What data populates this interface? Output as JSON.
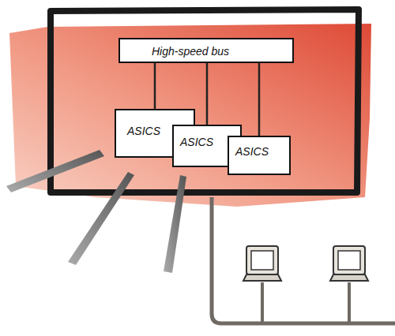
{
  "diagram": {
    "nodes": [
      {
        "text": [
          "High-speed bus"
        ]
      },
      {
        "text": [
          "ASICS"
        ]
      },
      {
        "text": [
          "ASICS"
        ]
      },
      {
        "text": [
          "ASICS"
        ]
      }
    ],
    "edges": [
      {
        "from": 0,
        "to": 1,
        "arrow": "none"
      },
      {
        "from": 0,
        "to": 2,
        "arrow": "none"
      },
      {
        "from": 0,
        "to": 3,
        "arrow": "none"
      }
    ]
  }
}
